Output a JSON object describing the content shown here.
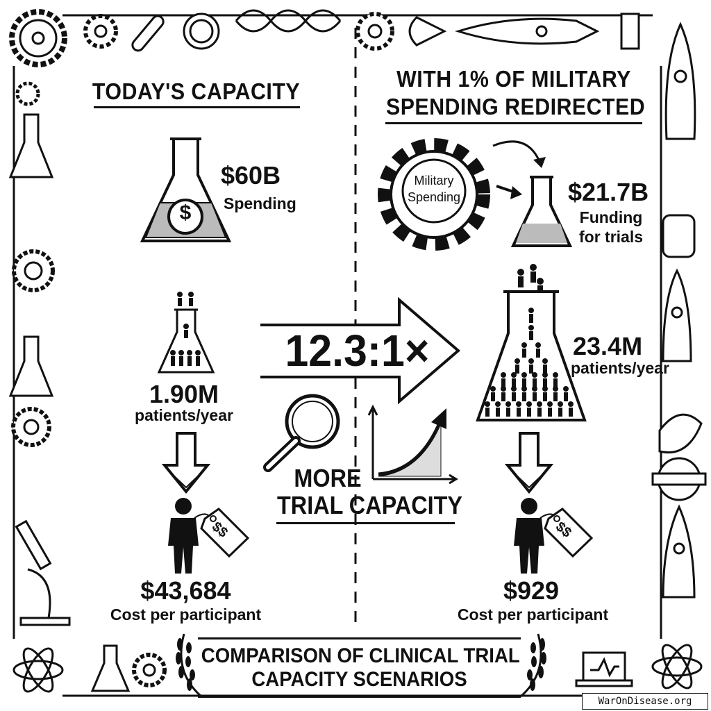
{
  "left": {
    "title": "TODAY'S CAPACITY",
    "spending_value": "$60B",
    "spending_label": "Spending",
    "flask_symbol": "$",
    "patients_value": "1.90M",
    "patients_label": "patients/year",
    "tag_symbol": "$$",
    "cost_value": "$43,684",
    "cost_label": "Cost per participant"
  },
  "right": {
    "title_line1": "WITH 1% OF MILITARY",
    "title_line2": "SPENDING REDIRECTED",
    "gear_line1": "Military",
    "gear_line2": "Spending",
    "funding_value": "$21.7B",
    "funding_line1": "Funding",
    "funding_line2": "for trials",
    "patients_value": "23.4M",
    "patients_label": "patients/year",
    "tag_symbol": "$$",
    "cost_value": "$929",
    "cost_label": "Cost per participant"
  },
  "center": {
    "ratio": "12.3:1×",
    "more": "MORE",
    "trial_capacity": "TRIAL CAPACITY"
  },
  "footer": {
    "line1": "COMPARISON OF CLINICAL TRIAL",
    "line2": "CAPACITY SCENARIOS"
  },
  "watermark": "WarOnDisease.org"
}
